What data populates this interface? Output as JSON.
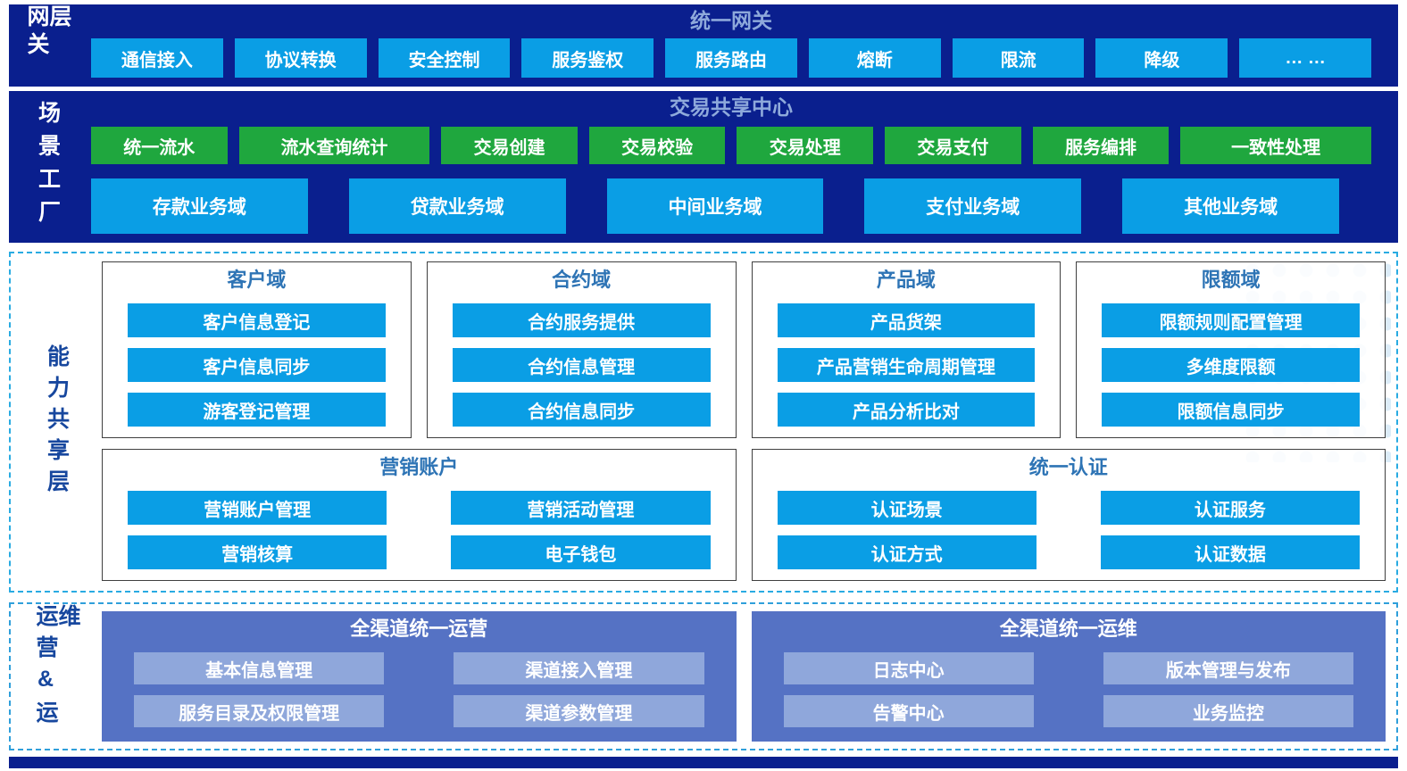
{
  "colors": {
    "navy_band": "#0a1f8e",
    "cyan_button": "#0a9ee5",
    "green_button": "#1fa73e",
    "band_title_text": "#8ea9db",
    "group_title_text": "#2e74b5",
    "ops_panel": "#5572c4",
    "ops_button": "#8fa7db",
    "dashed_border": "#29abe2"
  },
  "gateway": {
    "label": "网关层",
    "title": "统一网关",
    "items": [
      "通信接入",
      "协议转换",
      "安全控制",
      "服务鉴权",
      "服务路由",
      "熔断",
      "限流",
      "降级",
      "… …"
    ]
  },
  "scenario": {
    "label": "场景工厂",
    "title": "交易共享中心",
    "services": [
      "统一流水",
      "流水查询统计",
      "交易创建",
      "交易校验",
      "交易处理",
      "交易支付",
      "服务编排",
      "一致性处理"
    ],
    "domains": [
      "存款业务域",
      "贷款业务域",
      "中间业务域",
      "支付业务域",
      "其他业务域"
    ]
  },
  "capability": {
    "label": "能力共享层",
    "groups": [
      {
        "title": "客户域",
        "items": [
          "客户信息登记",
          "客户信息同步",
          "游客登记管理"
        ]
      },
      {
        "title": "合约域",
        "items": [
          "合约服务提供",
          "合约信息管理",
          "合约信息同步"
        ]
      },
      {
        "title": "产品域",
        "items": [
          "产品货架",
          "产品营销生命周期管理",
          "产品分析比对"
        ]
      },
      {
        "title": "限额域",
        "items": [
          "限额规则配置管理",
          "多维度限额",
          "限额信息同步"
        ]
      }
    ],
    "wide_groups": [
      {
        "title": "营销账户",
        "items": [
          "营销账户管理",
          "营销活动管理",
          "营销核算",
          "电子钱包"
        ]
      },
      {
        "title": "统一认证",
        "items": [
          "认证场景",
          "认证服务",
          "认证方式",
          "认证数据"
        ]
      }
    ]
  },
  "operations": {
    "label": "运营&运维",
    "panels": [
      {
        "title": "全渠道统一运营",
        "items": [
          "基本信息管理",
          "渠道接入管理",
          "服务目录及权限管理",
          "渠道参数管理"
        ]
      },
      {
        "title": "全渠道统一运维",
        "items": [
          "日志中心",
          "版本管理与发布",
          "告警中心",
          "业务监控"
        ]
      }
    ]
  }
}
